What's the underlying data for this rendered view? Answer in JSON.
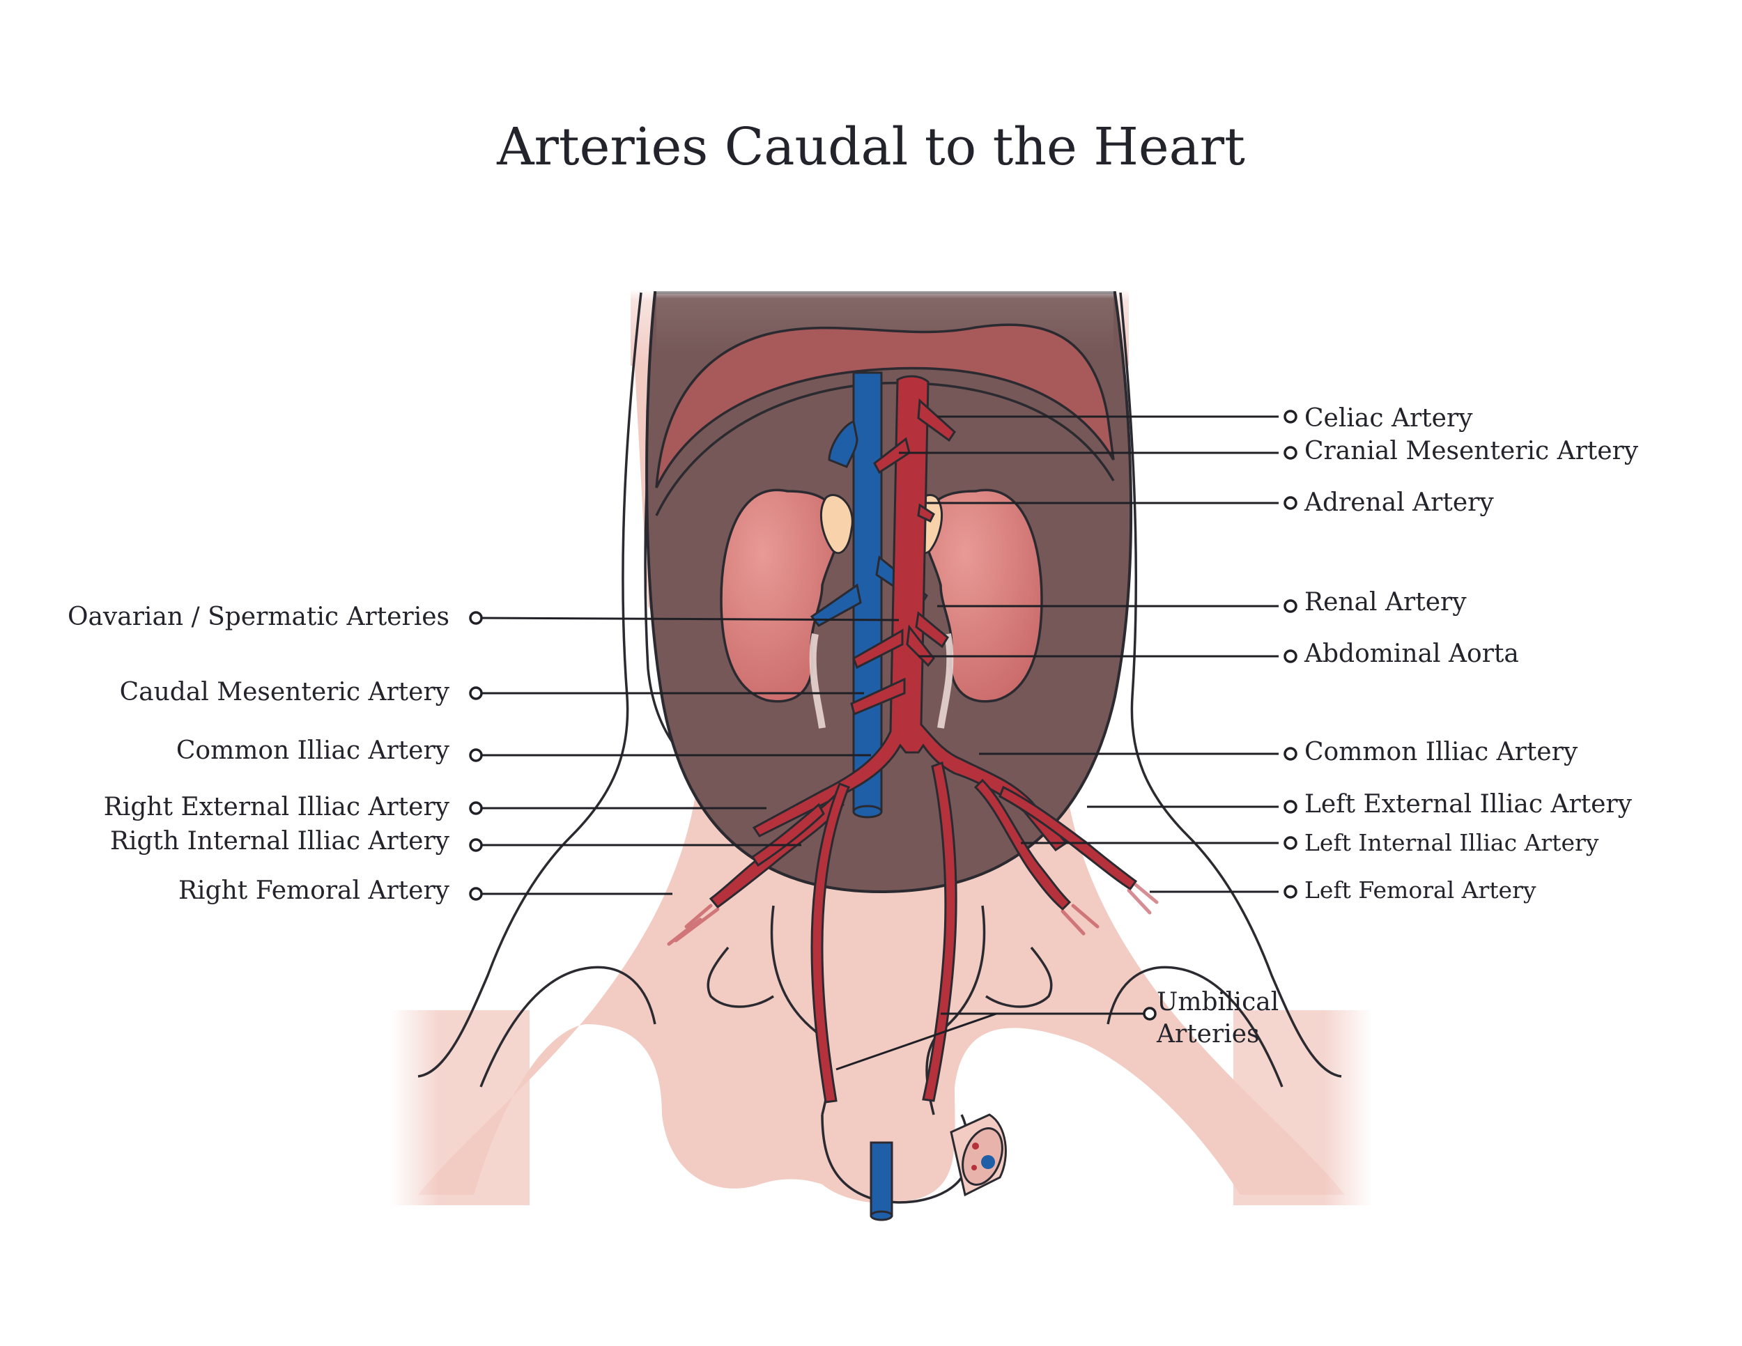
{
  "title": "Arteries Caudal to the Heart",
  "colors": {
    "artery": "#b5313b",
    "vein": "#1e5fa8",
    "skin": "#f2cbc3",
    "cavity": "#765858",
    "kidney": "#cf7472",
    "adrenal": "#f8d2aa",
    "outline": "#2a2a30"
  },
  "labels_right": {
    "celiac": "Celiac Artery",
    "cranial_mesenteric": "Cranial Mesenteric Artery",
    "adrenal": "Adrenal Artery",
    "renal": "Renal Artery",
    "abdominal_aorta": "Abdominal Aorta",
    "common_illiac": "Common Illiac Artery",
    "left_external_illiac": "Left External Illiac Artery",
    "left_internal_illiac": "Left Internal Illiac Artery",
    "left_femoral": "Left Femoral Artery"
  },
  "labels_left": {
    "ovarian_spermatic": "Oavarian / Spermatic Arteries",
    "caudal_mesenteric": "Caudal Mesenteric Artery",
    "common_illiac": "Common Illiac Artery",
    "right_external_illiac": "Right External Illiac Artery",
    "right_internal_illiac": "Rigth Internal Illiac Artery",
    "right_femoral": "Right Femoral Artery"
  },
  "umbilical": {
    "line1": "Umbilical",
    "line2": "Arteries"
  }
}
